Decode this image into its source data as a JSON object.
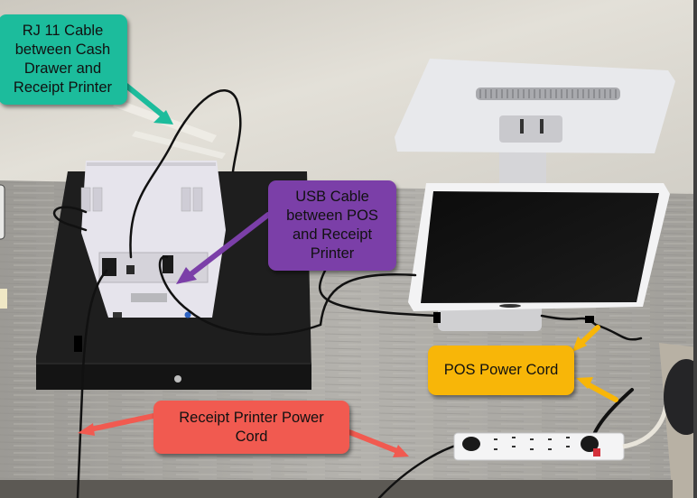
{
  "image": {
    "description": "Annotated photo of a POS hardware setup: receipt printer on a cash drawer, POS terminal with customer display, and a power strip",
    "colors": {
      "teal": "#1cbc9c",
      "purple": "#7b3fa8",
      "amber": "#f8b608",
      "coral": "#f15a50",
      "wall": "#d9d6ce",
      "table": "#a9a7a2",
      "drawer": "#1d1d1d",
      "device_white": "#eceef0"
    }
  },
  "callouts": {
    "rj11": {
      "label": "RJ 11 Cable\nbetween Cash\nDrawer and\nReceipt Printer",
      "color": "#1cbc9c"
    },
    "usb": {
      "label": "USB Cable\nbetween POS\nand Receipt\nPrinter",
      "color": "#7b3fa8"
    },
    "pos_power": {
      "label": "POS Power Cord",
      "color": "#f8b608"
    },
    "printer_power": {
      "label": "Receipt Printer Power\nCord",
      "color": "#f15a50"
    }
  },
  "objects": {
    "receipt_printer": "Receipt Printer",
    "cash_drawer": "Cash Drawer",
    "pos_terminal": "POS Terminal",
    "customer_display": "Customer Display",
    "power_strip": "Power Strip"
  }
}
